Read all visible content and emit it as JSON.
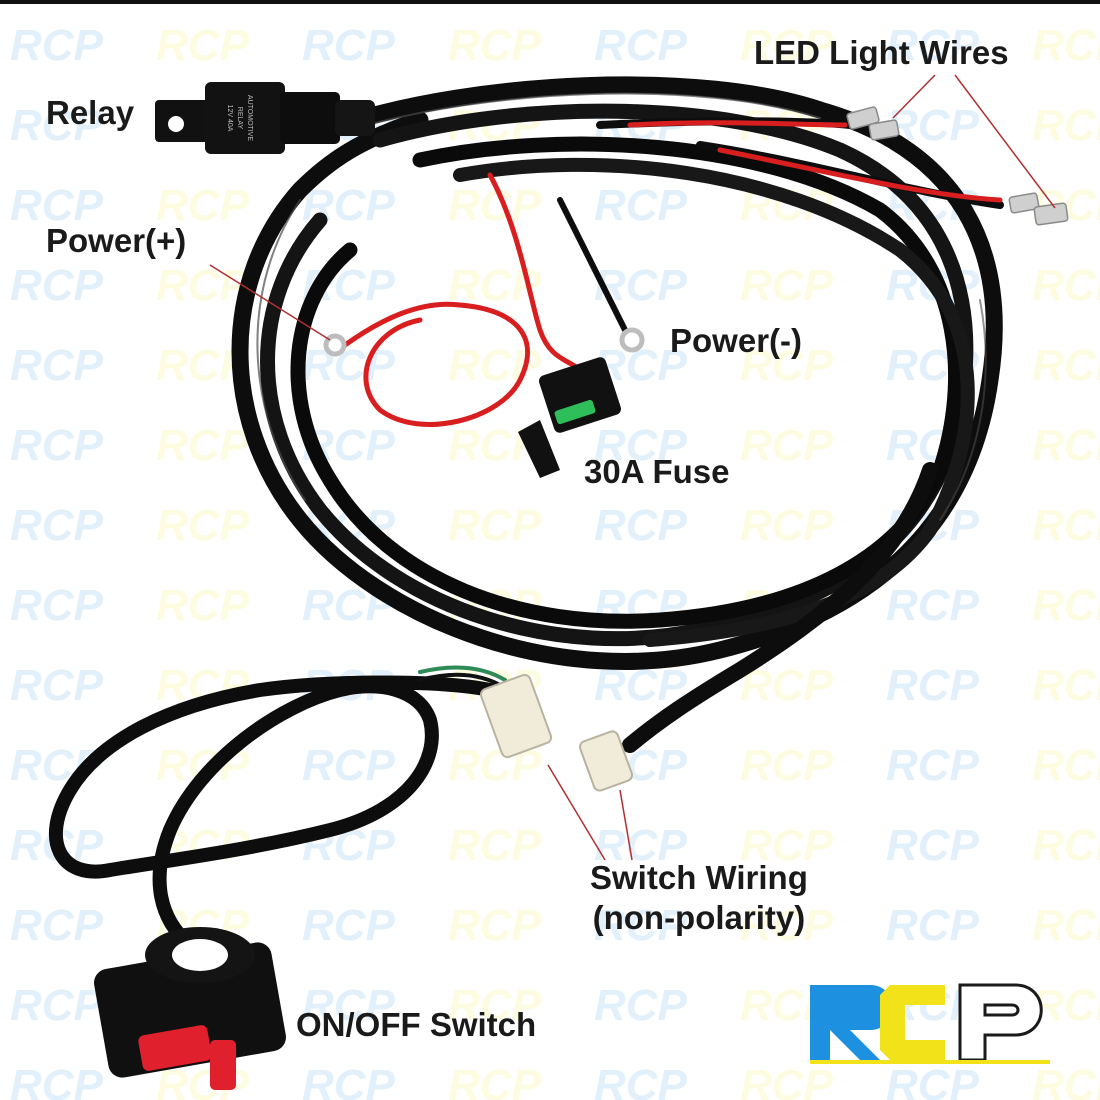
{
  "labels": {
    "led_light_wires": "LED Light Wires",
    "relay": "Relay",
    "power_plus": "Power(+)",
    "power_minus": "Power(-)",
    "fuse": "30A Fuse",
    "switch_wiring_line1": "Switch Wiring",
    "switch_wiring_line2": "(non-polarity)",
    "on_off_switch": "ON/OFF Switch"
  },
  "relay_print": {
    "line1": "AUTOMOTIVE",
    "line2": "RELAY",
    "line3": "12V 40A"
  },
  "logo": {
    "text": "RCP",
    "colors": {
      "r": "#1e90e0",
      "c": "#f2e21a",
      "p": "#ffffff",
      "stripe": "#f2e21a"
    }
  },
  "watermark": {
    "text": "RCP"
  },
  "colors": {
    "cable": "#0d0d0d",
    "red_wire": "#d81e1e",
    "green_wire": "#2e8b57",
    "switch_button": "#e0202c",
    "fuse_insert": "#2fbf5a",
    "label_text": "#1a1a1a",
    "leader_line": "#b03030"
  }
}
